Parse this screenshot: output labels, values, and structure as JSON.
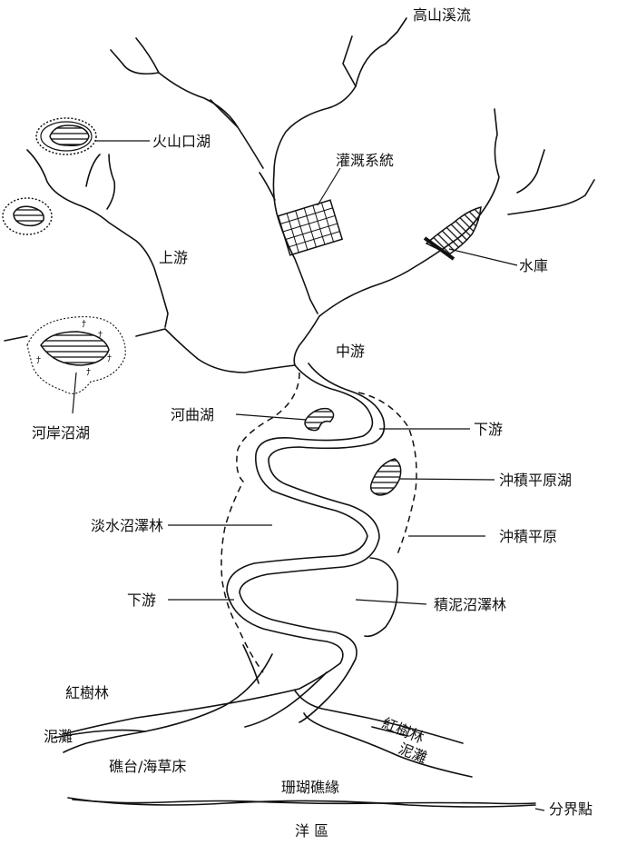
{
  "labels": {
    "mountain_stream": "高山溪流",
    "crater_lake": "火山口湖",
    "irrigation_system": "灌溉系統",
    "reservoir": "水庫",
    "upstream": "上游",
    "midstream": "中游",
    "riverbank_lake": "河岸沼湖",
    "oxbow_lake": "河曲湖",
    "downstream_right": "下游",
    "floodplain_lake": "沖積平原湖",
    "freshwater_swamp_forest": "淡水沼澤林",
    "floodplain": "沖積平原",
    "downstream_left": "下游",
    "peat_swamp_forest": "積泥沼澤林",
    "mangrove_left": "紅樹林",
    "mudflat_left": "泥灘",
    "reef_seagrass": "礁台/海草床",
    "mangrove_right": "紅樹林",
    "mudflat_right": "泥灘",
    "coral_reef_edge": "珊瑚礁緣",
    "boundary_point": "分界點",
    "ocean_zone": "洋 區"
  }
}
